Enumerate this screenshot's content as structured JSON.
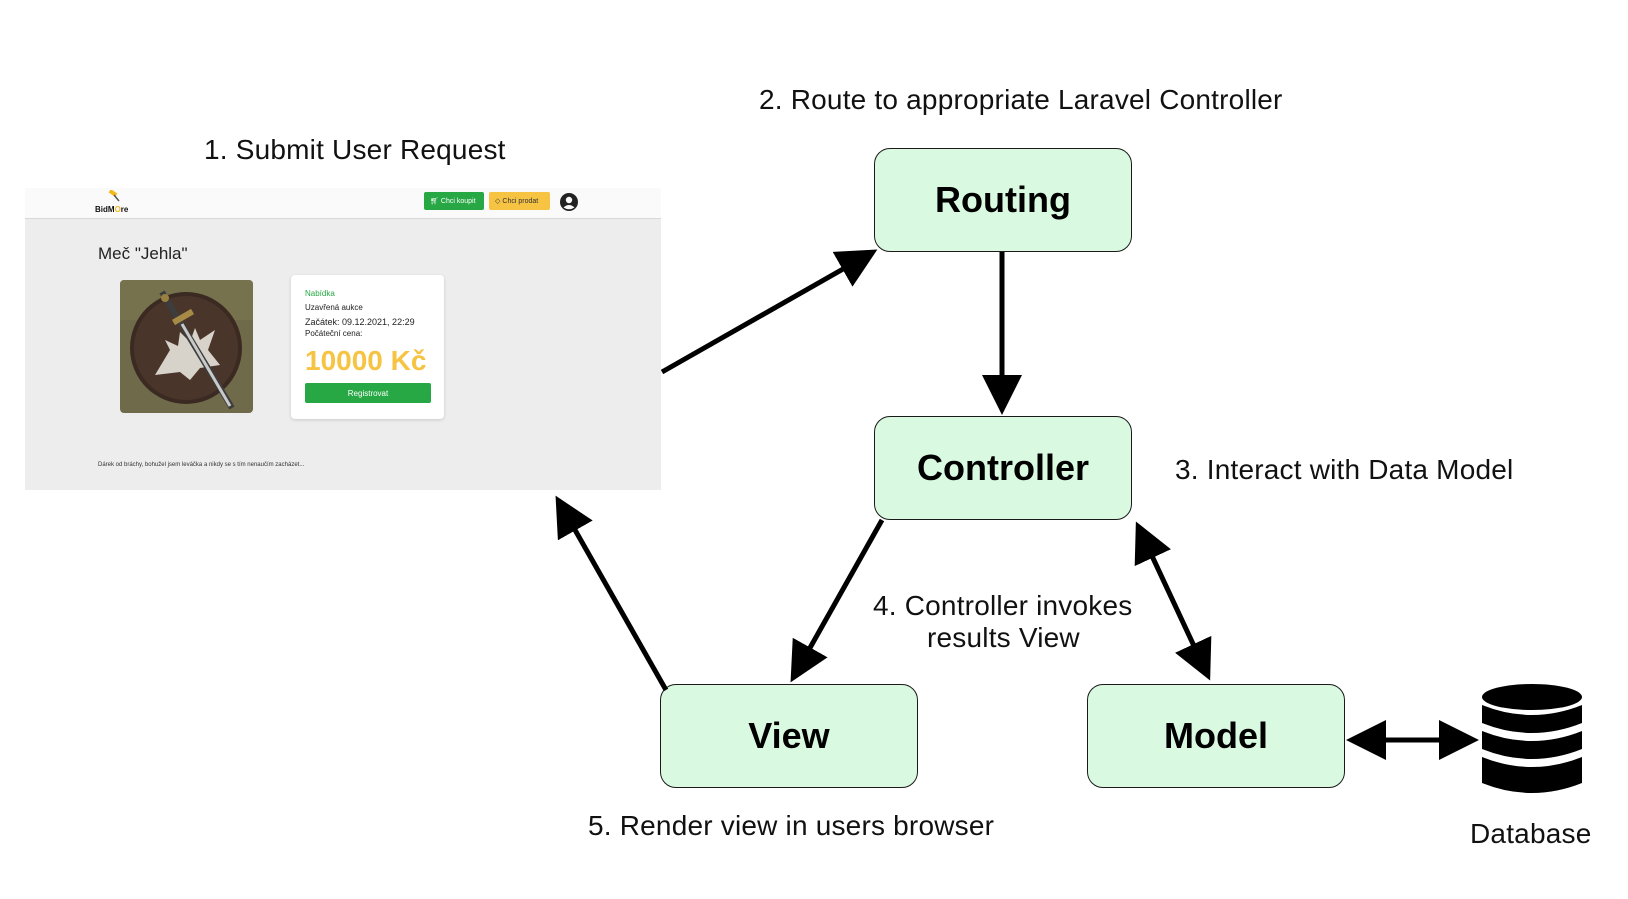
{
  "steps": {
    "step1": "1. Submit User Request",
    "step2": "2. Route to appropriate Laravel Controller",
    "step3": "3. Interact with Data Model",
    "step4_line1": "4. Controller invokes",
    "step4_line2": "results View",
    "step5": "5. Render view in users browser"
  },
  "nodes": {
    "routing": "Routing",
    "controller": "Controller",
    "view": "View",
    "model": "Model",
    "database": "Database"
  },
  "screenshot": {
    "logo": {
      "prefix": "BidM",
      "accent": "O",
      "suffix": "re"
    },
    "buy_button": "Chci koupit",
    "sell_button": "Chci prodat",
    "item_title": "Meč \"Jehla\"",
    "card": {
      "offer": "Nabídka",
      "status": "Uzavřená aukce",
      "start": "Začátek: 09.12.2021, 22:29",
      "price_label": "Počáteční cena:",
      "price": "10000 Kč",
      "register_button": "Registrovat"
    },
    "description": "Dárek od bráchy, bohužel jsem leváčka a nikdy se s tím nenaučím zacházet..."
  },
  "colors": {
    "node_fill": "#d9f9e1",
    "green_button": "#27a844",
    "yellow_accent": "#f6c343"
  }
}
